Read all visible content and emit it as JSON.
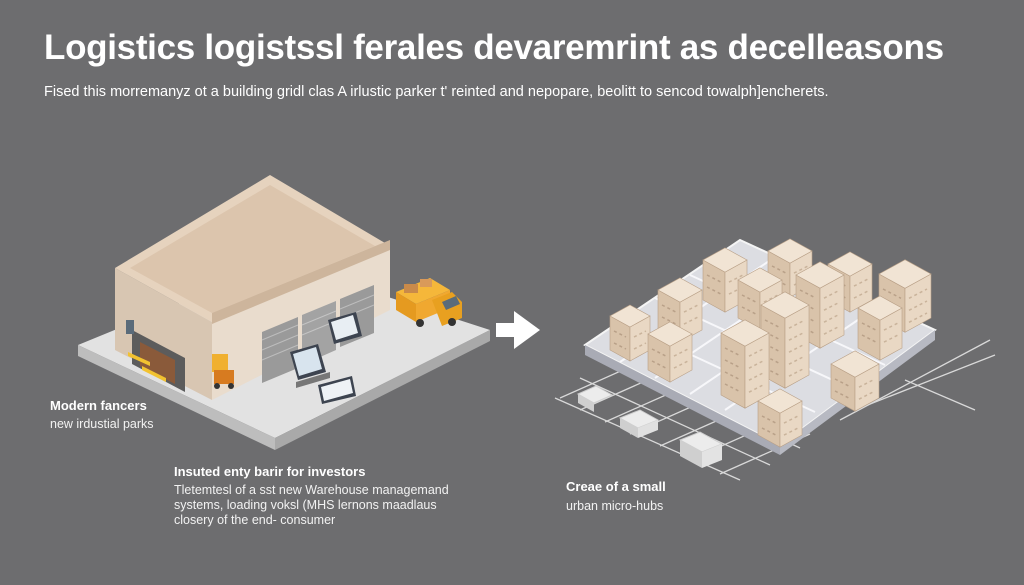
{
  "header": {
    "title": "Logistics logistssl ferales devaremrint as decelleasons",
    "subtitle": "Fised this morremanyz ot a building gridl clas A irlustic parker t' reinted and nepopare, beolitt to sencod towalph]encherets."
  },
  "left_panel": {
    "heading": "Modern fancers",
    "subheading": "new irdustial parks"
  },
  "investor_note": {
    "heading": "Insuted enty barir for investors",
    "lines": [
      "Tletemtesl of a sst new Warehouse managemand",
      "systems, loading voksl (MHS lernons maadlaus",
      "closery of the end- consumer"
    ]
  },
  "right_panel": {
    "heading": "Creae of a small",
    "subheading": "urban micro-hubs"
  },
  "colors": {
    "background": "#6d6d6f",
    "building_beige": "#e6d4c0",
    "building_shadow": "#c7b29c",
    "platform": "#d9d9d9",
    "truck": "#f0a830",
    "arrow": "#ffffff"
  },
  "icons": {
    "transition": "right-arrow-icon",
    "truck": "delivery-truck-icon",
    "terminal": "wms-terminal-icon",
    "forklift": "forklift-icon"
  }
}
